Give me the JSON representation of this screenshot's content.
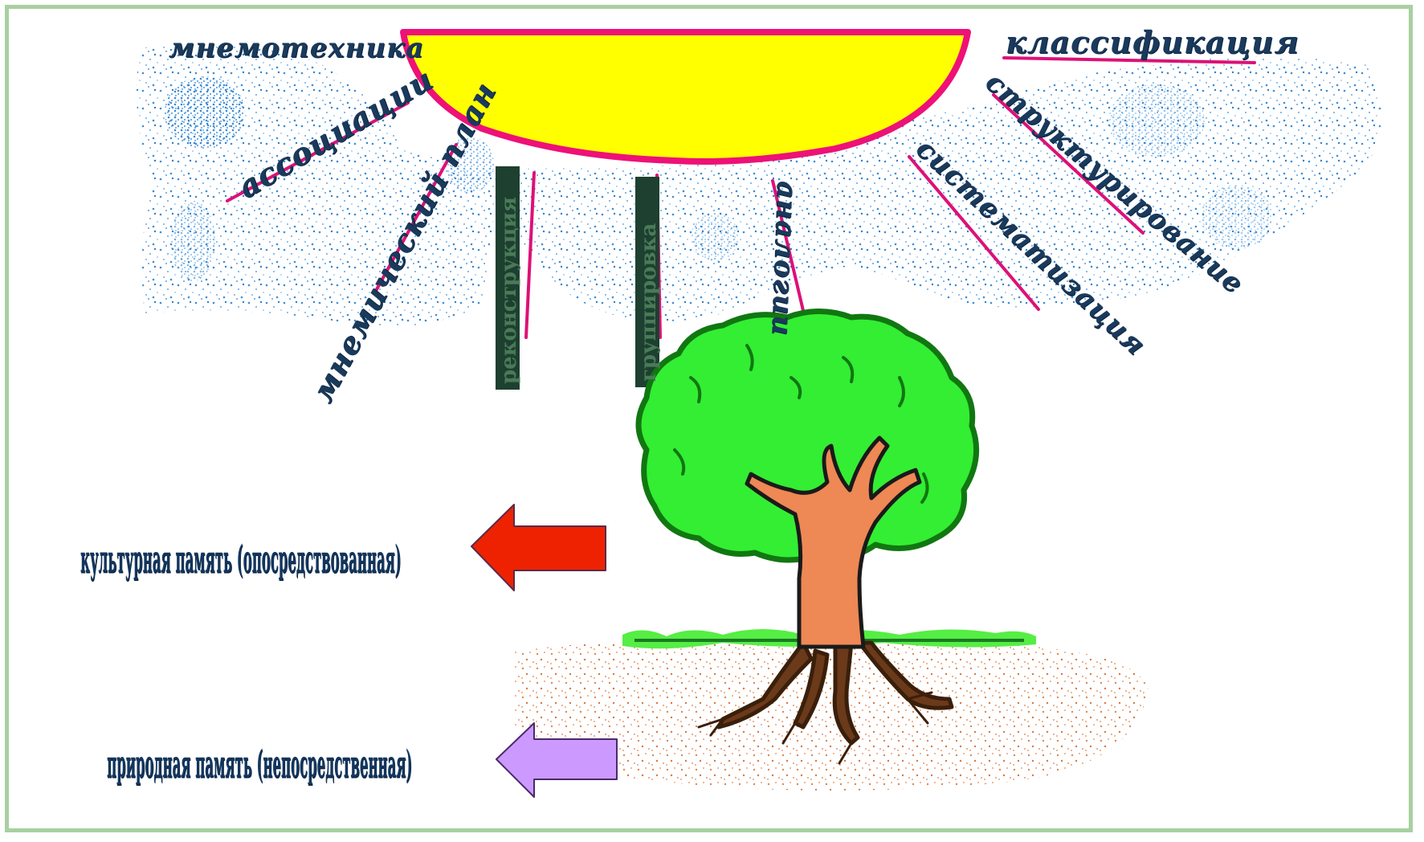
{
  "rays": {
    "mnemotechnics": "мнемотехника",
    "associations": "ассоциации",
    "mnemonic_plan": "мнемический план",
    "bar1": "реконструкция",
    "bar2": "группировка",
    "analogies": "аналогии",
    "systematization": "систематизация",
    "structuring": "структурирование",
    "classification": "классификация"
  },
  "memory": {
    "cultural": "культурная память (опосредствованная)",
    "natural": "природная память (непосредственная)"
  },
  "icons": {
    "sun": "sun-icon",
    "tree": "tree-icon",
    "arrow_cultural": "arrow-left-icon",
    "arrow_natural": "arrow-left-icon"
  },
  "colors": {
    "sun_fill": "#ffff00",
    "sun_edge": "#ee1177",
    "ray_line": "#dd1177",
    "foliage": "#33ee33",
    "foliage_edge": "#117711",
    "trunk": "#ee8855",
    "roots": "#6b3a1a",
    "arrow_cultural": "#ee2200",
    "arrow_natural": "#cc99ff",
    "text": "#13365e",
    "frame": "#a8d0a0"
  }
}
